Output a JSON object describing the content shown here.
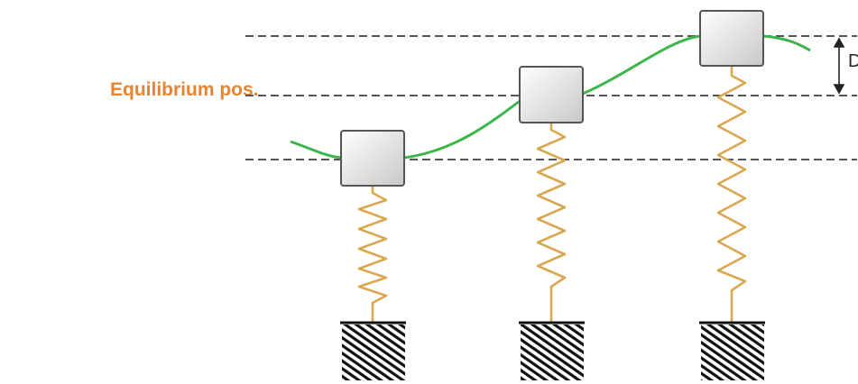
{
  "diagram": {
    "equilibrium_label": "Equilibrium pos.",
    "amplitude_label": "D",
    "colors": {
      "label": "#e8832e",
      "wave": "#3cb54a",
      "spring": "#d9a850",
      "dashed_line": "#555555",
      "mass_fill": "#d6d6d6",
      "mass_stroke": "#555555",
      "ground_hatch": "#111111"
    },
    "oscillators": [
      {
        "name": "mass-1",
        "position": "below-equilibrium"
      },
      {
        "name": "mass-2",
        "position": "equilibrium"
      },
      {
        "name": "mass-3",
        "position": "above-equilibrium"
      }
    ]
  }
}
